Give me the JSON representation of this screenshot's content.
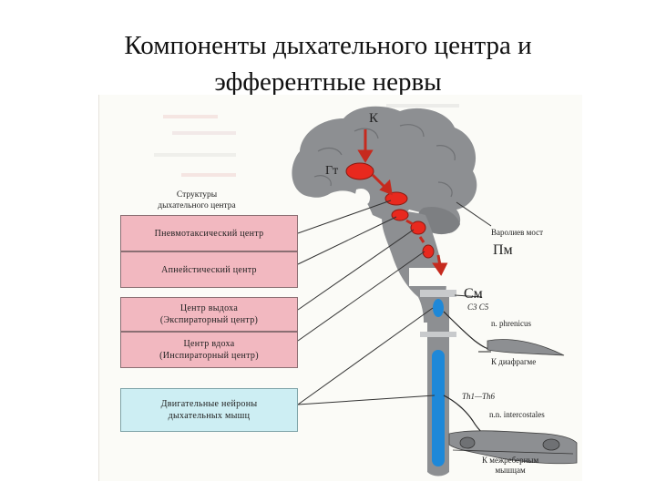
{
  "title_line1": "Компоненты дыхательного центра и",
  "title_line2": "эфферентные нервы",
  "figure": {
    "colors": {
      "brain_gray": "#8d8f92",
      "center_red": "#e8291e",
      "box_pink": "#f2b8c0",
      "box_blue": "#cdeef3",
      "nerve_blue": "#1e88d8"
    },
    "group_heading_line1": "Структуры",
    "group_heading_line2": "дыхательного центра",
    "boxes": {
      "pneumotaxic": "Пневмотаксический центр",
      "apneustic": "Апнейстический центр",
      "expiratory_line1": "Центр выдоха",
      "expiratory_line2": "(Экспираторный центр)",
      "inspiratory_line1": "Центр вдоха",
      "inspiratory_line2": "(Инспираторный центр)",
      "motor_line1": "Двигательные нейроны",
      "motor_line2": "дыхательных мышц"
    },
    "brain_labels": {
      "cortex": "К",
      "hypothalamus": "Гт",
      "pons_caption": "Варолиев мост",
      "pons": "Пм",
      "spinal_cord": "См",
      "cervical_segments": "С3 С5",
      "phrenic_nerve": "n. phrenicus",
      "to_diaphragm": "К диафрагме",
      "thoracic_segments": "Th1—Th6",
      "intercostal_nerves": "n.n. intercostales",
      "to_intercostal_line1": "К межреберным",
      "to_intercostal_line2": "мышцам"
    }
  }
}
